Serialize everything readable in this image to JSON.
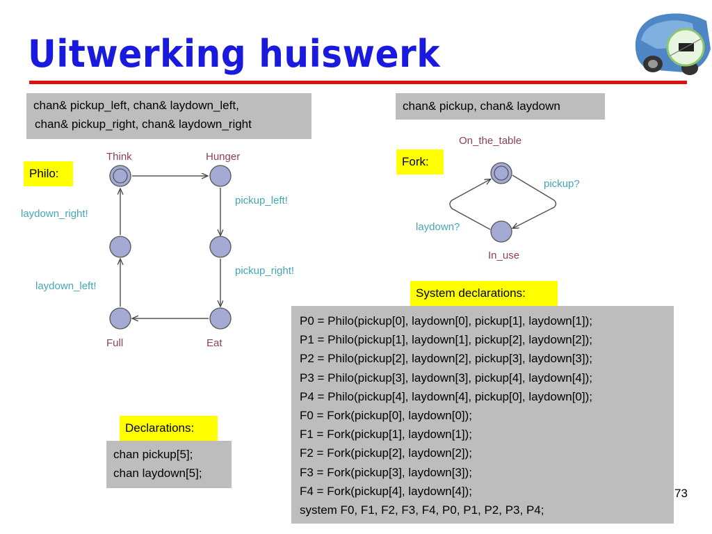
{
  "slide": {
    "title": "Uitwerking huiswerk",
    "page_number": "73",
    "title_color": "#1a1adf",
    "rule_color": "#e01010"
  },
  "philo_channels": {
    "line1": "chan& pickup_left, chan& laydown_left,",
    "line2": "chan& pickup_right, chan& laydown_right"
  },
  "fork_channels": {
    "line1": "chan& pickup, chan& laydown"
  },
  "philo": {
    "label": "Philo:",
    "states": {
      "think": "Think",
      "hunger": "Hunger",
      "full": "Full",
      "eat": "Eat"
    },
    "edges": {
      "pickup_left": "pickup_left!",
      "pickup_right": "pickup_right!",
      "laydown_left": "laydown_left!",
      "laydown_right": "laydown_right!"
    }
  },
  "fork": {
    "label": "Fork:",
    "states": {
      "on_table": "On_the_table",
      "in_use": "In_use"
    },
    "edges": {
      "pickup": "pickup?",
      "laydown": "laydown?"
    }
  },
  "system_declarations": {
    "label": "System declarations:",
    "lines": [
      "P0 = Philo(pickup[0], laydown[0], pickup[1], laydown[1]);",
      "P1 = Philo(pickup[1], laydown[1], pickup[2], laydown[2]);",
      "P2 = Philo(pickup[2], laydown[2], pickup[3], laydown[3]);",
      "P3 = Philo(pickup[3], laydown[3], pickup[4], laydown[4]);",
      "P4 = Philo(pickup[4], laydown[4], pickup[0], laydown[0]);",
      "F0 = Fork(pickup[0], laydown[0]);",
      "F1 = Fork(pickup[1], laydown[1]);",
      "F2 = Fork(pickup[2], laydown[2]);",
      "F3 = Fork(pickup[3], laydown[3]);",
      "F4 = Fork(pickup[4], laydown[4]);",
      "system F0, F1, F2, F3, F4, P0, P1, P2, P3, P4;"
    ]
  },
  "declarations": {
    "label": "Declarations:",
    "lines": [
      "chan pickup[5];",
      "chan laydown[5];"
    ]
  },
  "colors": {
    "state_fill": "#a3aad4",
    "state_label": "#8e3d56",
    "edge_label": "#43a6b6",
    "label_bg": "#ffff00",
    "box_bg": "#bdbdbd"
  }
}
